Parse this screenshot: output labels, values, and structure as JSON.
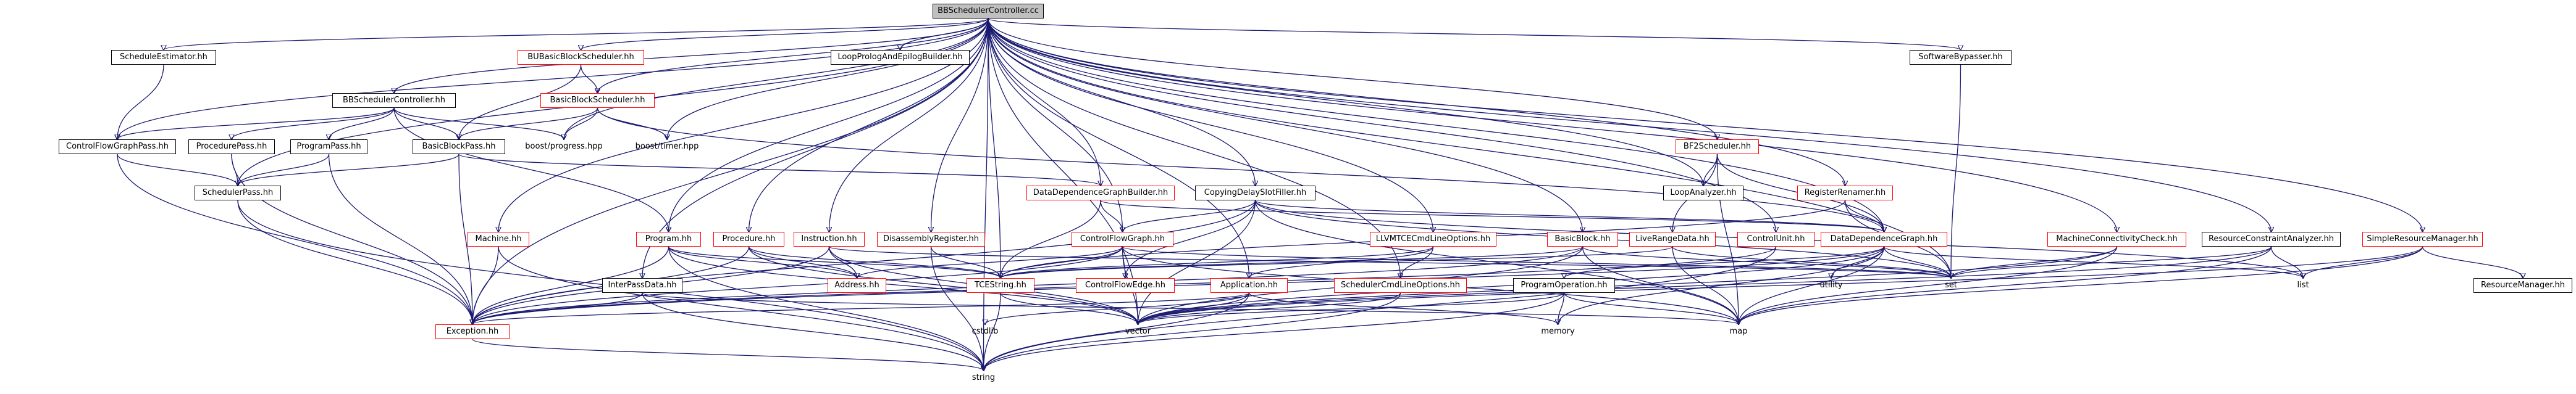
{
  "graph": {
    "root": "BBSchedulerController.cc",
    "nodes": [
      {
        "id": "root",
        "label": "BBSchedulerController.cc",
        "style": "root"
      },
      {
        "id": "sched_est",
        "label": "ScheduleEstimator.hh",
        "style": "black"
      },
      {
        "id": "bu_bb_sched",
        "label": "BUBasicBlockScheduler.hh",
        "style": "red"
      },
      {
        "id": "bb_sched",
        "label": "BasicBlockScheduler.hh",
        "style": "red"
      },
      {
        "id": "loop_prolog",
        "label": "LoopPrologAndEpilogBuilder.hh",
        "style": "black"
      },
      {
        "id": "sw_bypasser",
        "label": "SoftwareBypasser.hh",
        "style": "black"
      },
      {
        "id": "bbsc_hh",
        "label": "BBSchedulerController.hh",
        "style": "black"
      },
      {
        "id": "cfg_pass",
        "label": "ControlFlowGraphPass.hh",
        "style": "black"
      },
      {
        "id": "proc_pass",
        "label": "ProcedurePass.hh",
        "style": "black"
      },
      {
        "id": "prog_pass",
        "label": "ProgramPass.hh",
        "style": "black"
      },
      {
        "id": "bb_pass",
        "label": "BasicBlockPass.hh",
        "style": "black"
      },
      {
        "id": "boost_progress",
        "label": "boost/progress.hpp",
        "style": "plain"
      },
      {
        "id": "boost_timer",
        "label": "boost/timer.hpp",
        "style": "plain"
      },
      {
        "id": "sched_pass",
        "label": "SchedulerPass.hh",
        "style": "black"
      },
      {
        "id": "bf2",
        "label": "BF2Scheduler.hh",
        "style": "red"
      },
      {
        "id": "loop_analyzer",
        "label": "LoopAnalyzer.hh",
        "style": "black"
      },
      {
        "id": "reg_renamer",
        "label": "RegisterRenamer.hh",
        "style": "red"
      },
      {
        "id": "ddg_builder",
        "label": "DataDependenceGraphBuilder.hh",
        "style": "red"
      },
      {
        "id": "copying_delay",
        "label": "CopyingDelaySlotFiller.hh",
        "style": "black"
      },
      {
        "id": "machine",
        "label": "Machine.hh",
        "style": "red"
      },
      {
        "id": "program",
        "label": "Program.hh",
        "style": "red"
      },
      {
        "id": "procedure",
        "label": "Procedure.hh",
        "style": "red"
      },
      {
        "id": "instruction",
        "label": "Instruction.hh",
        "style": "red"
      },
      {
        "id": "disasm_reg",
        "label": "DisassemblyRegister.hh",
        "style": "red"
      },
      {
        "id": "cfg",
        "label": "ControlFlowGraph.hh",
        "style": "red"
      },
      {
        "id": "llvm_opts",
        "label": "LLVMTCECmdLineOptions.hh",
        "style": "red"
      },
      {
        "id": "live_range",
        "label": "LiveRangeData.hh",
        "style": "red"
      },
      {
        "id": "basic_block",
        "label": "BasicBlock.hh",
        "style": "red"
      },
      {
        "id": "control_unit",
        "label": "ControlUnit.hh",
        "style": "red"
      },
      {
        "id": "ddg",
        "label": "DataDependenceGraph.hh",
        "style": "red"
      },
      {
        "id": "machine_conn",
        "label": "MachineConnectivityCheck.hh",
        "style": "red"
      },
      {
        "id": "res_constraint",
        "label": "ResourceConstraintAnalyzer.hh",
        "style": "black"
      },
      {
        "id": "simple_rm",
        "label": "SimpleResourceManager.hh",
        "style": "red"
      },
      {
        "id": "resource_manager",
        "label": "ResourceManager.hh",
        "style": "black"
      },
      {
        "id": "interpass",
        "label": "InterPassData.hh",
        "style": "black"
      },
      {
        "id": "address",
        "label": "Address.hh",
        "style": "red"
      },
      {
        "id": "tcestring",
        "label": "TCEString.hh",
        "style": "red"
      },
      {
        "id": "cf_edge",
        "label": "ControlFlowEdge.hh",
        "style": "red"
      },
      {
        "id": "application",
        "label": "Application.hh",
        "style": "red"
      },
      {
        "id": "sched_cmdline",
        "label": "SchedulerCmdLineOptions.hh",
        "style": "red"
      },
      {
        "id": "prog_op",
        "label": "ProgramOperation.hh",
        "style": "black"
      },
      {
        "id": "utility",
        "label": "utility",
        "style": "plain"
      },
      {
        "id": "set",
        "label": "set",
        "style": "plain"
      },
      {
        "id": "list",
        "label": "list",
        "style": "plain"
      },
      {
        "id": "exception",
        "label": "Exception.hh",
        "style": "red"
      },
      {
        "id": "cstdlib",
        "label": "cstdlib",
        "style": "plain"
      },
      {
        "id": "vector",
        "label": "vector",
        "style": "plain"
      },
      {
        "id": "memory",
        "label": "memory",
        "style": "plain"
      },
      {
        "id": "map",
        "label": "map",
        "style": "plain"
      },
      {
        "id": "string",
        "label": "string",
        "style": "plain"
      }
    ],
    "edges": [
      [
        "root",
        "sched_est"
      ],
      [
        "root",
        "bu_bb_sched"
      ],
      [
        "root",
        "bb_sched"
      ],
      [
        "root",
        "loop_prolog"
      ],
      [
        "root",
        "sw_bypasser"
      ],
      [
        "root",
        "bbsc_hh"
      ],
      [
        "root",
        "cfg_pass"
      ],
      [
        "root",
        "sched_pass"
      ],
      [
        "root",
        "boost_progress"
      ],
      [
        "root",
        "boost_timer"
      ],
      [
        "root",
        "bf2"
      ],
      [
        "root",
        "loop_analyzer"
      ],
      [
        "root",
        "reg_renamer"
      ],
      [
        "root",
        "ddg_builder"
      ],
      [
        "root",
        "copying_delay"
      ],
      [
        "root",
        "machine"
      ],
      [
        "root",
        "program"
      ],
      [
        "root",
        "procedure"
      ],
      [
        "root",
        "instruction"
      ],
      [
        "root",
        "disasm_reg"
      ],
      [
        "root",
        "cfg"
      ],
      [
        "root",
        "llvm_opts"
      ],
      [
        "root",
        "basic_block"
      ],
      [
        "root",
        "ddg"
      ],
      [
        "root",
        "machine_conn"
      ],
      [
        "root",
        "res_constraint"
      ],
      [
        "root",
        "simple_rm"
      ],
      [
        "root",
        "interpass"
      ],
      [
        "root",
        "tcestring"
      ],
      [
        "root",
        "application"
      ],
      [
        "root",
        "sched_cmdline"
      ],
      [
        "root",
        "set"
      ],
      [
        "root",
        "string"
      ],
      [
        "root",
        "vector"
      ],
      [
        "root",
        "control_unit"
      ],
      [
        "root",
        "exception"
      ],
      [
        "sched_est",
        "cfg_pass"
      ],
      [
        "bu_bb_sched",
        "bb_sched"
      ],
      [
        "bu_bb_sched",
        "bb_pass"
      ],
      [
        "bb_sched",
        "bb_pass"
      ],
      [
        "bb_sched",
        "boost_progress"
      ],
      [
        "bb_sched",
        "boost_timer"
      ],
      [
        "bb_sched",
        "ddg"
      ],
      [
        "bbsc_hh",
        "cfg_pass"
      ],
      [
        "bbsc_hh",
        "proc_pass"
      ],
      [
        "bbsc_hh",
        "prog_pass"
      ],
      [
        "bbsc_hh",
        "bb_pass"
      ],
      [
        "bbsc_hh",
        "boost_progress"
      ],
      [
        "bbsc_hh",
        "program"
      ],
      [
        "cfg_pass",
        "sched_pass"
      ],
      [
        "cfg_pass",
        "exception"
      ],
      [
        "proc_pass",
        "sched_pass"
      ],
      [
        "proc_pass",
        "exception"
      ],
      [
        "prog_pass",
        "sched_pass"
      ],
      [
        "prog_pass",
        "exception"
      ],
      [
        "bb_pass",
        "sched_pass"
      ],
      [
        "bb_pass",
        "exception"
      ],
      [
        "bb_pass",
        "ddg_builder"
      ],
      [
        "sched_pass",
        "string"
      ],
      [
        "sched_pass",
        "exception"
      ],
      [
        "sw_bypasser",
        "set"
      ],
      [
        "bf2",
        "loop_analyzer"
      ],
      [
        "bf2",
        "ddg"
      ],
      [
        "bf2",
        "live_range"
      ],
      [
        "bf2",
        "map"
      ],
      [
        "reg_renamer",
        "ddg"
      ],
      [
        "reg_renamer",
        "set"
      ],
      [
        "reg_renamer",
        "tcestring"
      ],
      [
        "ddg_builder",
        "cfg"
      ],
      [
        "ddg_builder",
        "ddg"
      ],
      [
        "ddg_builder",
        "tcestring"
      ],
      [
        "copying_delay",
        "cfg"
      ],
      [
        "copying_delay",
        "ddg"
      ],
      [
        "copying_delay",
        "map"
      ],
      [
        "copying_delay",
        "set"
      ],
      [
        "copying_delay",
        "list"
      ],
      [
        "copying_delay",
        "cf_edge"
      ],
      [
        "copying_delay",
        "exception"
      ],
      [
        "copying_delay",
        "vector"
      ],
      [
        "machine",
        "exception"
      ],
      [
        "machine",
        "string"
      ],
      [
        "program",
        "address"
      ],
      [
        "program",
        "exception"
      ],
      [
        "program",
        "vector"
      ],
      [
        "program",
        "string"
      ],
      [
        "program",
        "tcestring"
      ],
      [
        "procedure",
        "address"
      ],
      [
        "procedure",
        "exception"
      ],
      [
        "procedure",
        "vector"
      ],
      [
        "procedure",
        "tcestring"
      ],
      [
        "instruction",
        "address"
      ],
      [
        "instruction",
        "exception"
      ],
      [
        "instruction",
        "vector"
      ],
      [
        "instruction",
        "set"
      ],
      [
        "disasm_reg",
        "tcestring"
      ],
      [
        "disasm_reg",
        "string"
      ],
      [
        "cfg",
        "cf_edge"
      ],
      [
        "cfg",
        "address"
      ],
      [
        "cfg",
        "exception"
      ],
      [
        "cfg",
        "vector"
      ],
      [
        "cfg",
        "map"
      ],
      [
        "cfg",
        "set"
      ],
      [
        "cfg",
        "tcestring"
      ],
      [
        "llvm_opts",
        "sched_cmdline"
      ],
      [
        "llvm_opts",
        "tcestring"
      ],
      [
        "llvm_opts",
        "application"
      ],
      [
        "live_range",
        "set"
      ],
      [
        "live_range",
        "map"
      ],
      [
        "live_range",
        "tcestring"
      ],
      [
        "basic_block",
        "tcestring"
      ],
      [
        "basic_block",
        "vector"
      ],
      [
        "basic_block",
        "map"
      ],
      [
        "basic_block",
        "set"
      ],
      [
        "basic_block",
        "exception"
      ],
      [
        "control_unit",
        "string"
      ],
      [
        "control_unit",
        "exception"
      ],
      [
        "ddg",
        "utility"
      ],
      [
        "ddg",
        "set"
      ],
      [
        "ddg",
        "map"
      ],
      [
        "ddg",
        "list"
      ],
      [
        "ddg",
        "prog_op"
      ],
      [
        "ddg",
        "memory"
      ],
      [
        "ddg",
        "vector"
      ],
      [
        "ddg",
        "exception"
      ],
      [
        "machine_conn",
        "set"
      ],
      [
        "machine_conn",
        "map"
      ],
      [
        "machine_conn",
        "vector"
      ],
      [
        "res_constraint",
        "set"
      ],
      [
        "res_constraint",
        "list"
      ],
      [
        "res_constraint",
        "map"
      ],
      [
        "res_constraint",
        "vector"
      ],
      [
        "simple_rm",
        "resource_manager"
      ],
      [
        "simple_rm",
        "map"
      ],
      [
        "simple_rm",
        "list"
      ],
      [
        "simple_rm",
        "vector"
      ],
      [
        "interpass",
        "exception"
      ],
      [
        "interpass",
        "string"
      ],
      [
        "interpass",
        "map"
      ],
      [
        "tcestring",
        "string"
      ],
      [
        "tcestring",
        "vector"
      ],
      [
        "application",
        "exception"
      ],
      [
        "application",
        "cstdlib"
      ],
      [
        "application",
        "vector"
      ],
      [
        "application",
        "string"
      ],
      [
        "application",
        "memory"
      ],
      [
        "sched_cmdline",
        "vector"
      ],
      [
        "sched_cmdline",
        "string"
      ],
      [
        "prog_op",
        "vector"
      ],
      [
        "prog_op",
        "memory"
      ],
      [
        "prog_op",
        "map"
      ],
      [
        "prog_op",
        "string"
      ],
      [
        "exception",
        "string"
      ]
    ]
  }
}
